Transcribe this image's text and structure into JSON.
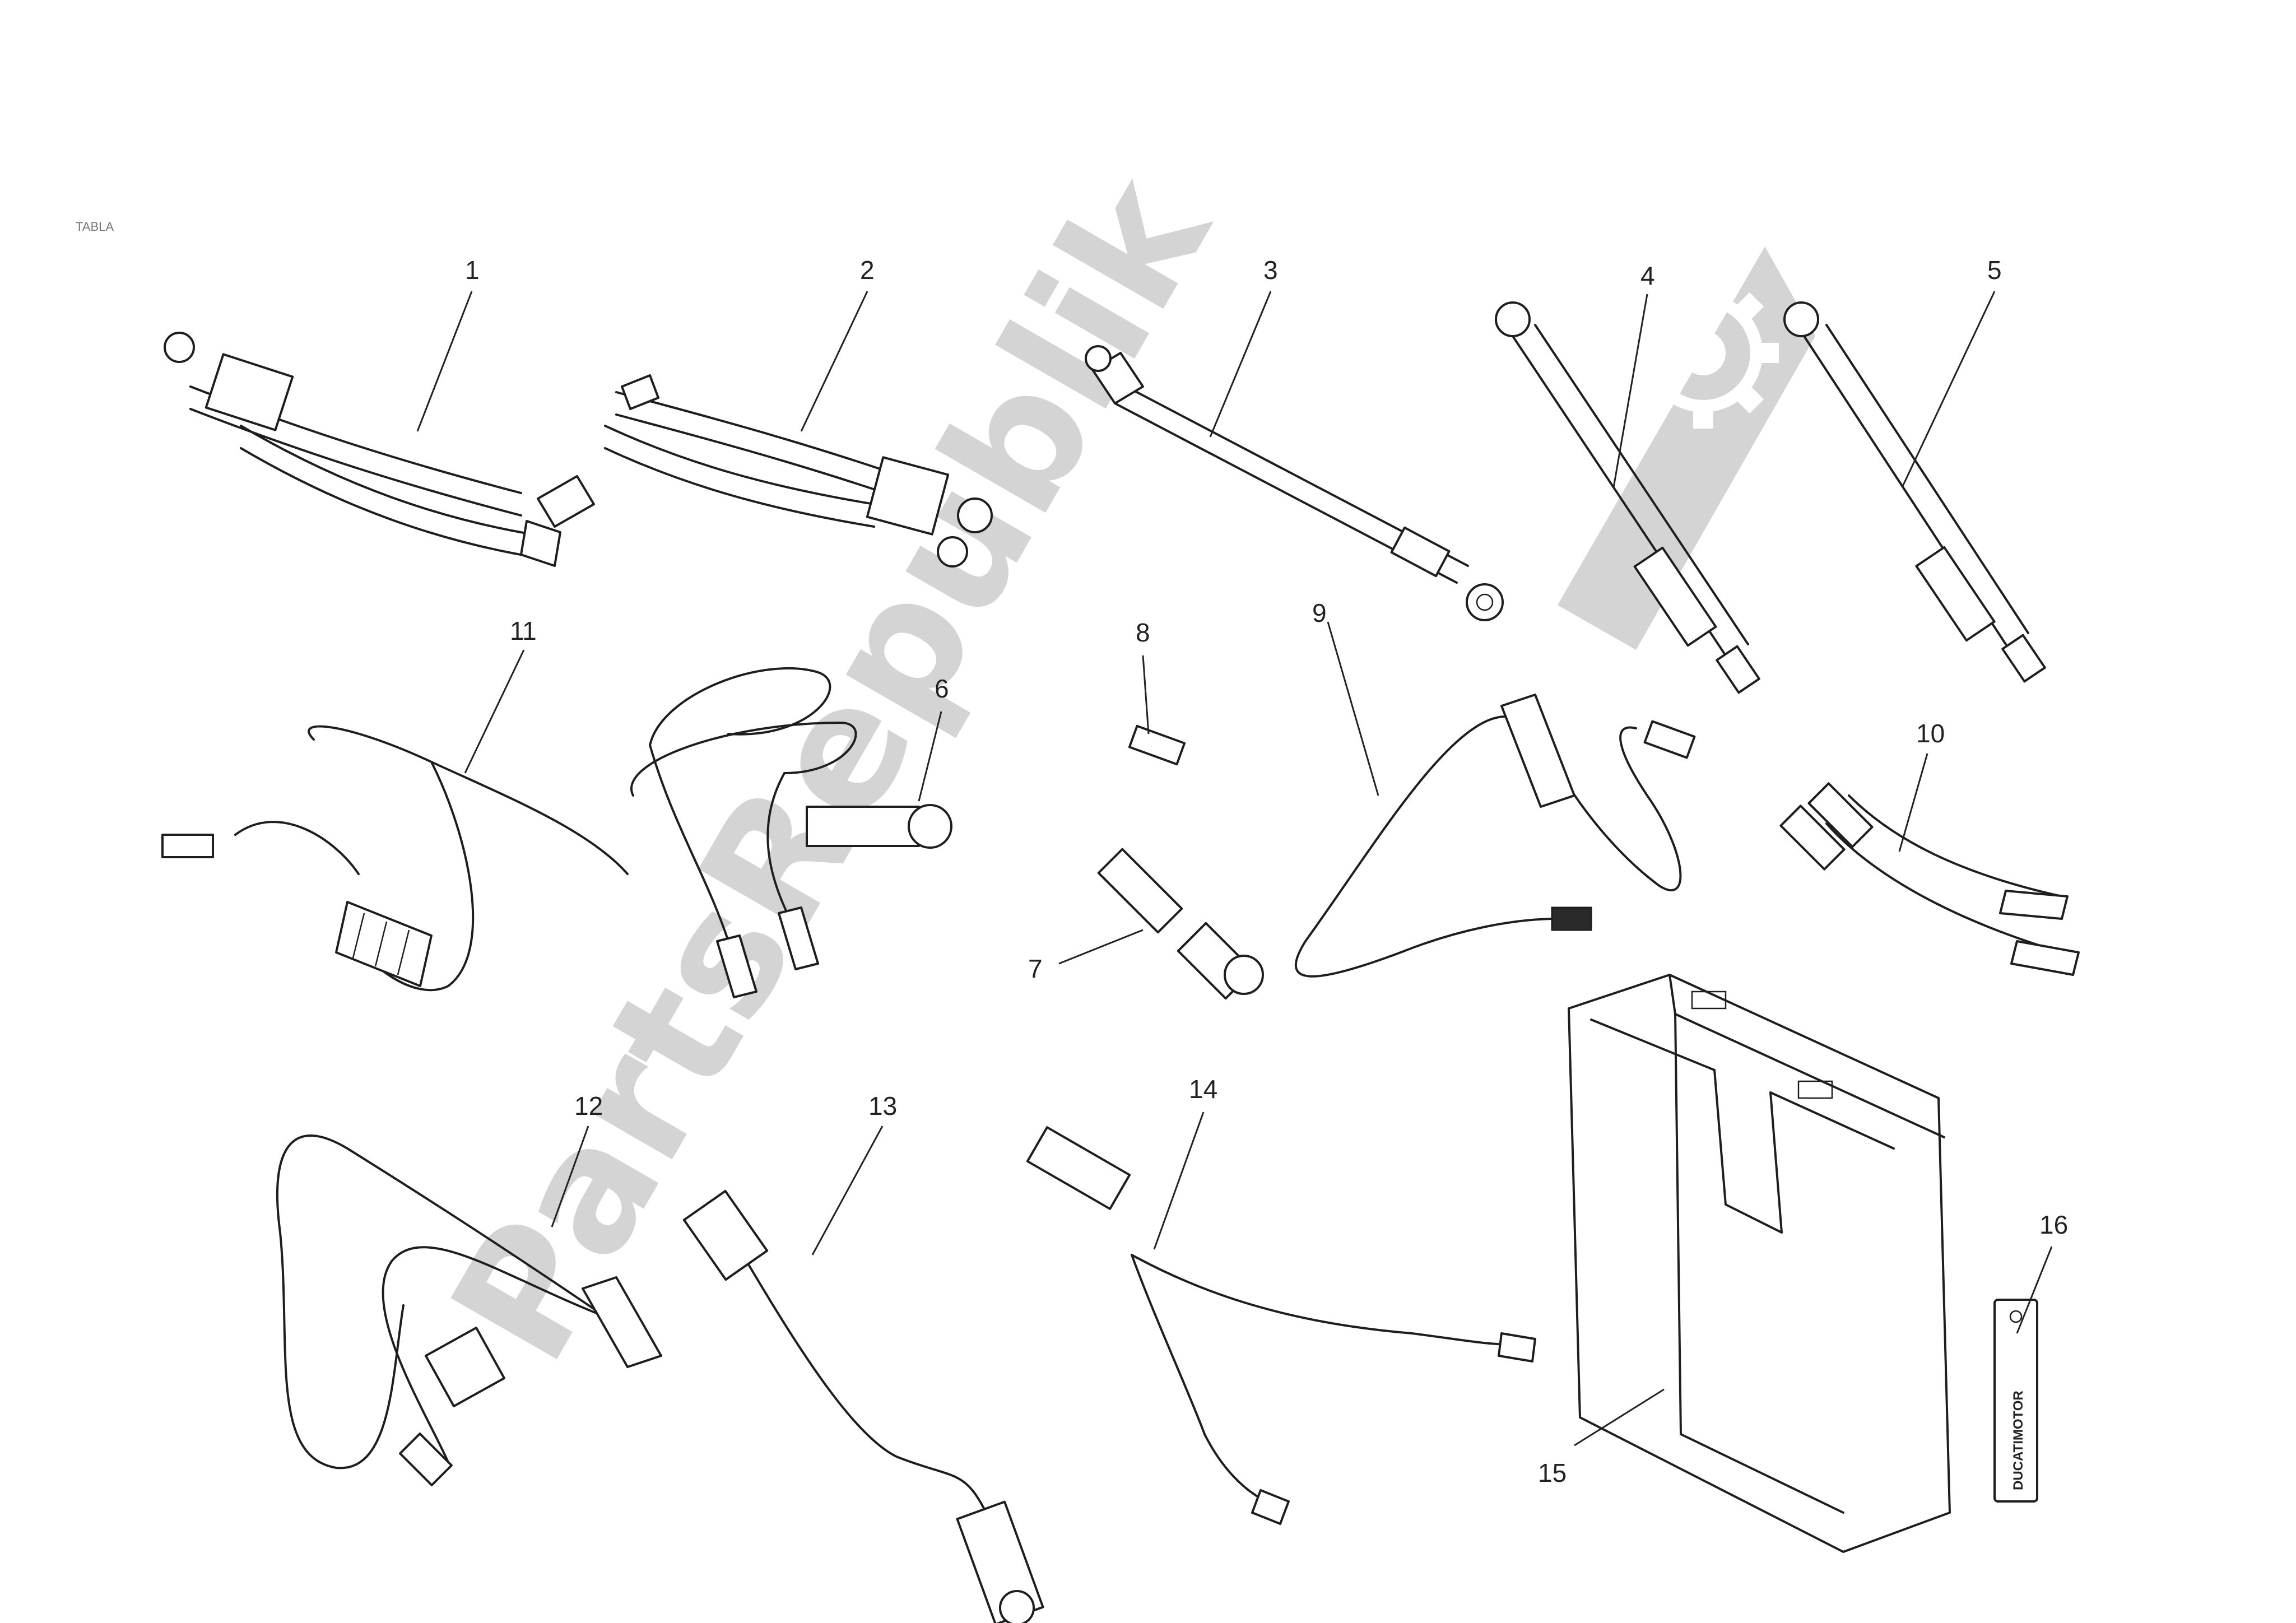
{
  "page": {
    "corner_text": "TABLA"
  },
  "watermark": {
    "text": "PartsRepublik",
    "color": "#d4d4d4"
  },
  "kit": {
    "plate_brand": "DUCATIMOTOR"
  },
  "callouts": [
    {
      "number": "1"
    },
    {
      "number": "2"
    },
    {
      "number": "3"
    },
    {
      "number": "4"
    },
    {
      "number": "5"
    },
    {
      "number": "6"
    },
    {
      "number": "7"
    },
    {
      "number": "8"
    },
    {
      "number": "9"
    },
    {
      "number": "10"
    },
    {
      "number": "11"
    },
    {
      "number": "12"
    },
    {
      "number": "13"
    },
    {
      "number": "14"
    },
    {
      "number": "15"
    },
    {
      "number": "16"
    }
  ],
  "icons": [
    "gear-icon"
  ]
}
